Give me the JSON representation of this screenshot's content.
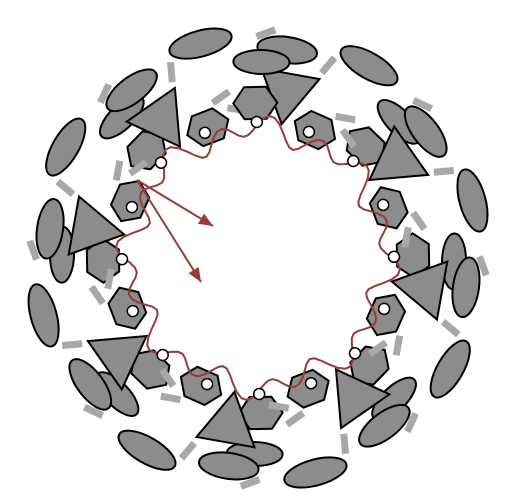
{
  "colors": {
    "background": "#ffffff",
    "shape_fill": "#8c8c8c",
    "shape_stroke": "#000000",
    "connector": "#a8a8a8",
    "trace": "#9b3a3a",
    "node_fill": "#ffffff"
  },
  "units": {
    "count": 8,
    "composition": [
      "triangle",
      "hexagon",
      "hexagon",
      "ellipse",
      "ellipse",
      "ellipse"
    ]
  },
  "trace": {
    "closed_loop": true,
    "nodes_per_unit": 2,
    "arrows": 2
  }
}
